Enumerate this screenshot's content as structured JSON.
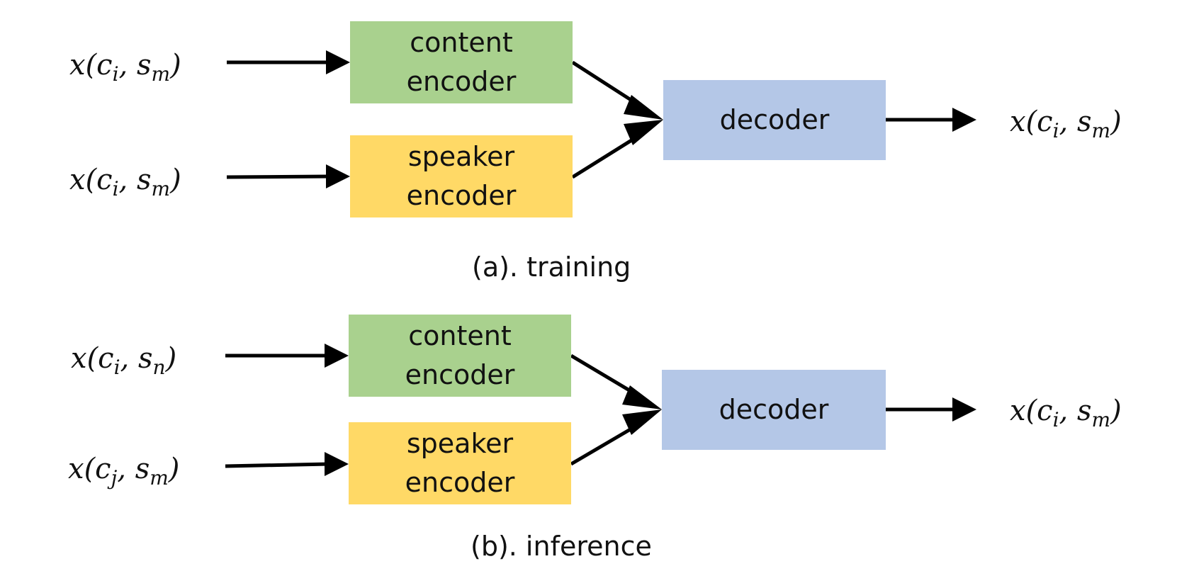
{
  "colors": {
    "content_encoder": "#a9d18e",
    "speaker_encoder": "#ffd966",
    "decoder": "#b4c7e7",
    "arrow": "#000000"
  },
  "training": {
    "inputs": [
      {
        "x": "x",
        "c": "c",
        "c_sub": "i",
        "s": "s",
        "s_sub": "m"
      },
      {
        "x": "x",
        "c": "c",
        "c_sub": "i",
        "s": "s",
        "s_sub": "m"
      }
    ],
    "content_encoder": {
      "line1": "content",
      "line2": "encoder"
    },
    "speaker_encoder": {
      "line1": "speaker",
      "line2": "encoder"
    },
    "decoder": {
      "label": "decoder"
    },
    "output": {
      "x": "x",
      "c": "c",
      "c_sub": "i",
      "s": "s",
      "s_sub": "m"
    },
    "caption": "(a). training"
  },
  "inference": {
    "inputs": [
      {
        "x": "x",
        "c": "c",
        "c_sub": "i",
        "s": "s",
        "s_sub": "n"
      },
      {
        "x": "x",
        "c": "c",
        "c_sub": "j",
        "s": "s",
        "s_sub": "m"
      }
    ],
    "content_encoder": {
      "line1": "content",
      "line2": "encoder"
    },
    "speaker_encoder": {
      "line1": "speaker",
      "line2": "encoder"
    },
    "decoder": {
      "label": "decoder"
    },
    "output": {
      "x": "x",
      "c": "c",
      "c_sub": "i",
      "s": "s",
      "s_sub": "m"
    },
    "caption": "(b). inference"
  }
}
